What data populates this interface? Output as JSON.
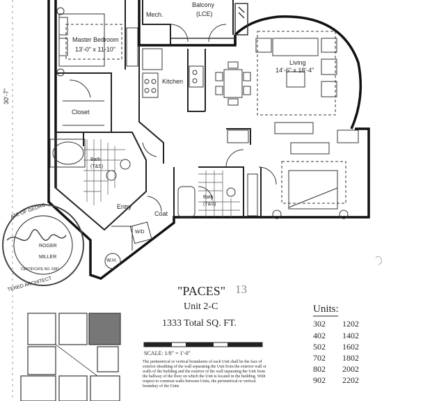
{
  "rooms": {
    "mech": "Mech.",
    "balcony": "Balcony",
    "balcony_sub": "(LCE)",
    "master_bedroom": "Master Bedroom",
    "master_bedroom_dim": "13'-0\" x 11-10\"",
    "living": "Living",
    "living_dim": "14'-6\" x 18'-4\"",
    "kitchen": "Kitchen",
    "closet": "Closet",
    "bath1": "Bath",
    "bath1_sub": "(T&S)",
    "bath2": "Bath",
    "bath2_sub": "(T&S)",
    "entry": "Entry",
    "coat": "Coat",
    "wh": "W.H.",
    "wd": "W/D"
  },
  "dimension_left": "30'-7\"",
  "seal": {
    "top": "ATE OF GEORG",
    "name1": "ROGER",
    "name2": "MILLER",
    "number": "CERTIFICATE NO. 6381",
    "bottom": "TERED ARCHITECT"
  },
  "title": "\"PACES\"",
  "handwritten_number": "13",
  "unit": "Unit 2-C",
  "total": "1333 Total SQ. FT.",
  "scale": "SCALE: 1/8\" = 1'-0\"",
  "note": "The perimetrical or vertical boundaries of each Unit shall be the face of exterior sheathing of the wall separating the Unit from the exterior wall or walls of the building and the exterior of the wall separating the Unit from the hallway of the floor on which the Unit is located in the building. With respect to common walls between Units, the perimetrical or vertical boundary of the Units",
  "units_heading": "Units:",
  "units": [
    [
      "302",
      "1202"
    ],
    [
      "402",
      "1402"
    ],
    [
      "502",
      "1602"
    ],
    [
      "702",
      "1802"
    ],
    [
      "802",
      "2002"
    ],
    [
      "902",
      "2202"
    ]
  ]
}
